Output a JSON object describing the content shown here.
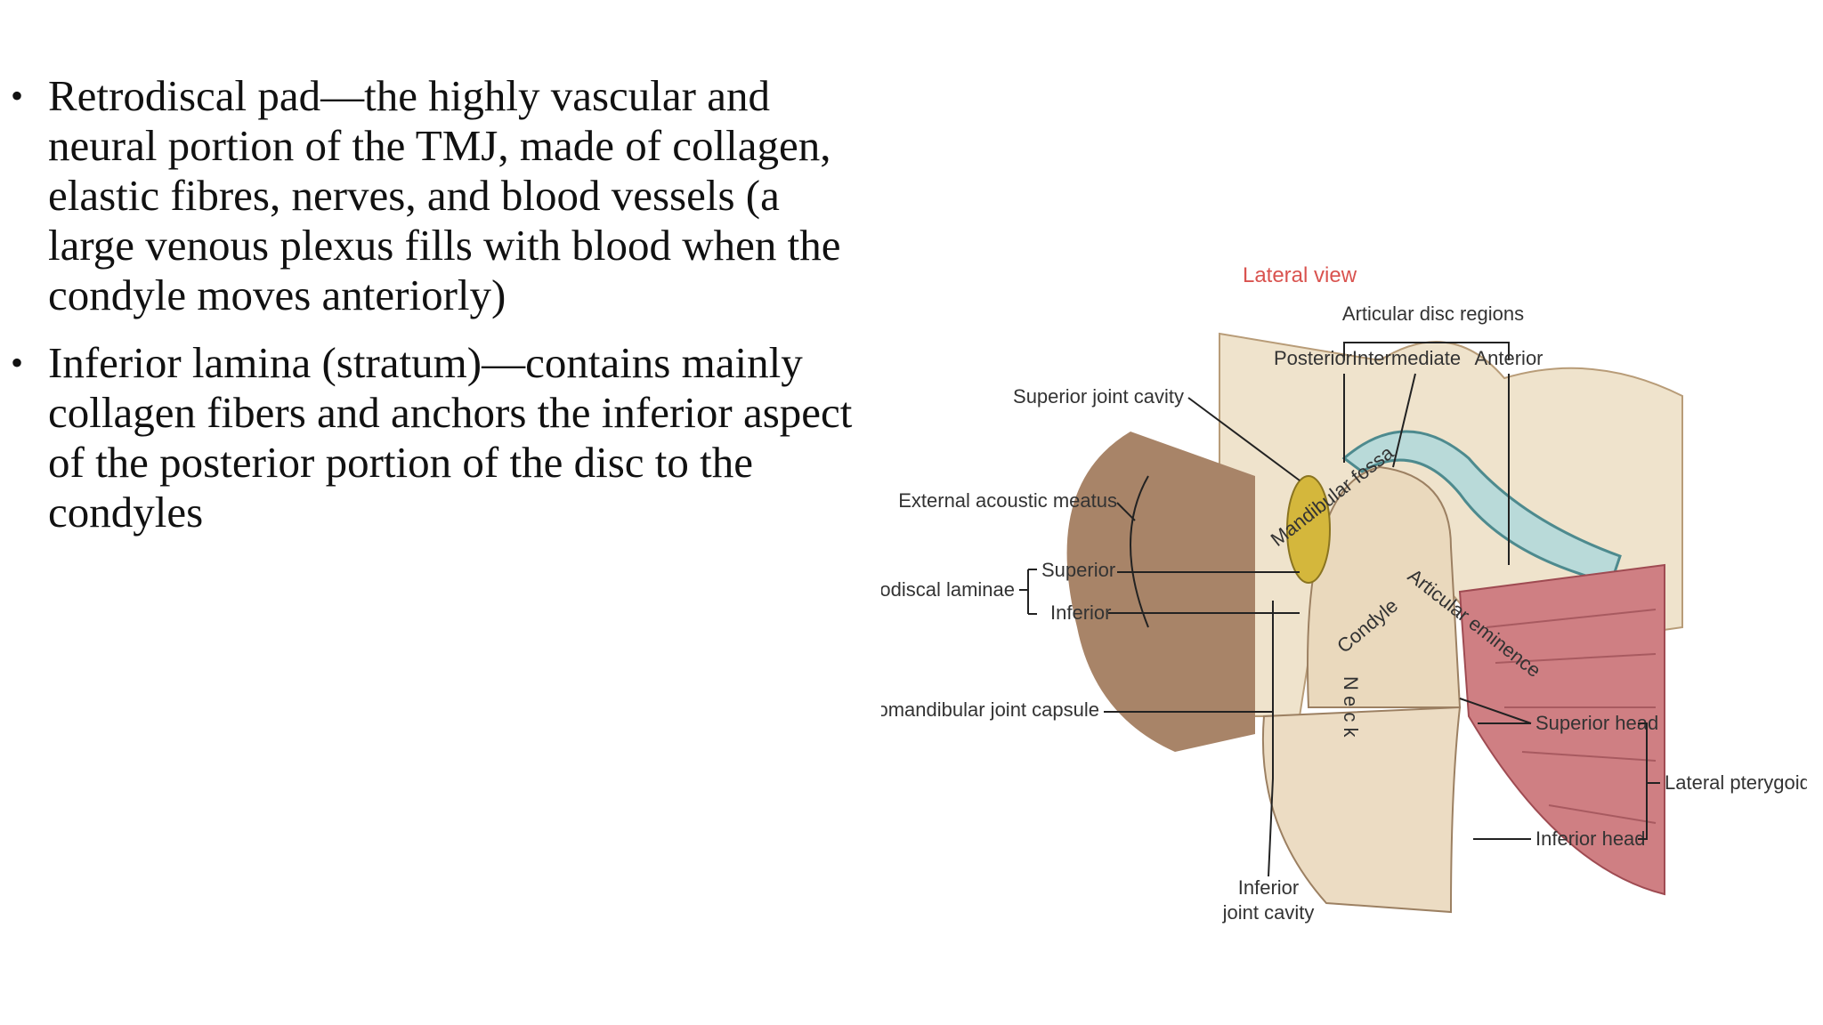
{
  "bullets": [
    "Retrodiscal pad—the highly vascular and neural portion of the TMJ, made of collagen, elastic fibres, nerves, and blood vessels (a large venous plexus fills with blood when the condyle moves anteriorly)",
    "Inferior lamina (stratum)—contains mainly collagen fibers and anchors the inferior aspect of the posterior portion of the disc to the condyles"
  ],
  "figure": {
    "view_label": "Lateral view",
    "disc_regions": "Articular disc regions",
    "posterior": "Posterior",
    "intermediate": "Intermediate",
    "anterior": "Anterior",
    "superior_joint_cavity": "Superior joint cavity",
    "external_acoustic_meatus": "External acoustic meatus",
    "retrodiscal_laminae": "Retrodiscal laminae",
    "superior": "Superior",
    "inferior": "Inferior",
    "tmj_capsule": "Temporomandibular joint capsule",
    "mandibular_fossa": "Mandibular fossa",
    "articular_eminence": "Articular eminence",
    "condyle": "Condyle",
    "neck": "N e c k",
    "superior_head": "Superior head",
    "inferior_head": "Inferior head",
    "lateral_pterygoid": "Lateral pterygoid",
    "inferior_joint_cavity_1": "Inferior",
    "inferior_joint_cavity_2": "joint cavity"
  }
}
